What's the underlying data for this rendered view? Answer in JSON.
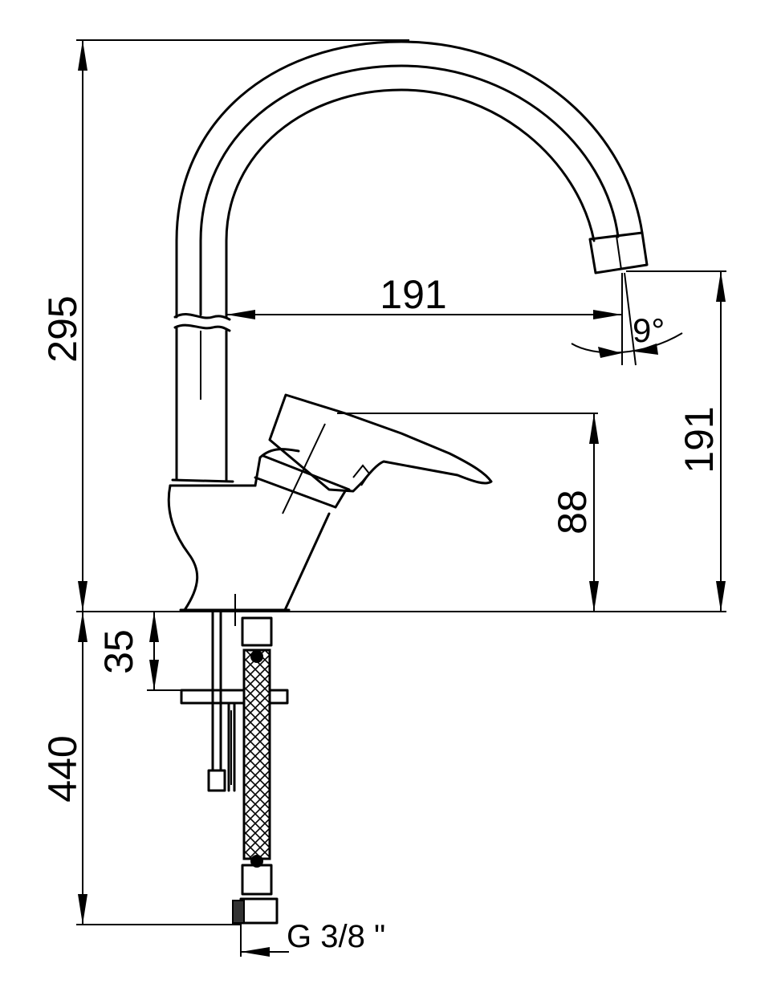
{
  "drawing": {
    "type": "faucet-technical-drawing",
    "dimensions": {
      "total_height": "295",
      "spout_reach": "191",
      "spout_angle": "9°",
      "spout_height": "191",
      "handle_height": "88",
      "deck_thickness": "35",
      "hose_length": "440",
      "thread": "G 3/8 \""
    }
  }
}
